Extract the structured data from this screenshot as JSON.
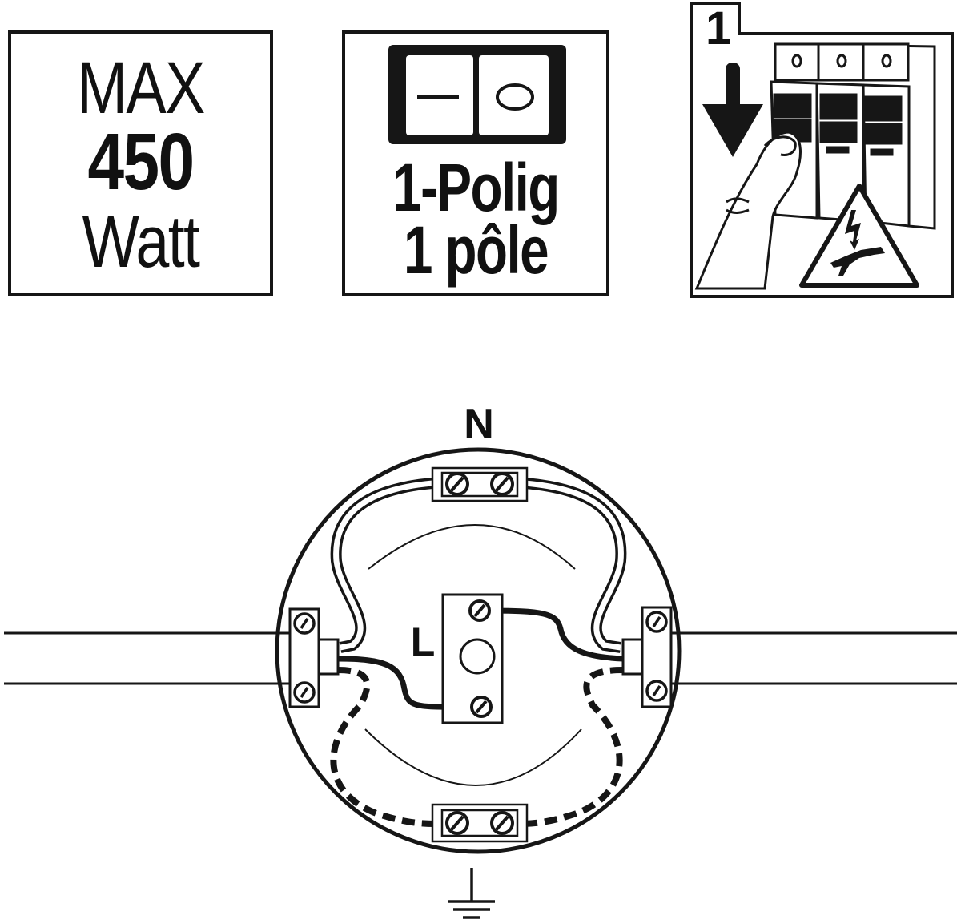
{
  "panels": {
    "max_power": {
      "line1": "MAX",
      "line2": "450",
      "line3": "Watt"
    },
    "switch_type": {
      "line1": "1-Polig",
      "line2": "1 pôle",
      "switch_symbols": [
        "dash-off-symbol",
        "circle-on-symbol"
      ]
    },
    "safety_step": {
      "step_number": "1",
      "icons": [
        "down-arrow-icon",
        "circuit-breaker-icon",
        "finger-icon",
        "electric-shock-warning-icon"
      ]
    }
  },
  "wiring_diagram": {
    "neutral_label": "N",
    "live_label": "L",
    "terminals": [
      "neutral-terminal-top",
      "earth-terminal-bottom",
      "left-cable-clamp",
      "right-cable-clamp",
      "live-terminal-center"
    ],
    "ground_symbol": "earth-ground-icon",
    "colors": {
      "ink": "#161616",
      "background": "#ffffff"
    }
  }
}
